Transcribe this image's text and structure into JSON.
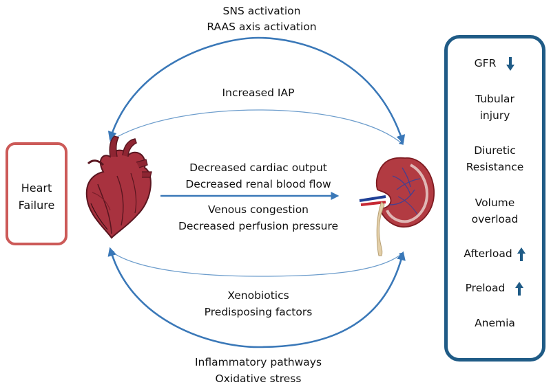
{
  "top_labels": [
    "SNS activation",
    "RAAS axis activation"
  ],
  "upper_arc_label": "Increased IAP",
  "middle_labels_top": [
    "Decreased cardiac output",
    "Decreased renal blood flow"
  ],
  "middle_labels_bottom": [
    "Venous congestion",
    "Decreased perfusion pressure"
  ],
  "lower_arc_labels": [
    "Xenobiotics",
    "Predisposing factors"
  ],
  "bottom_labels": [
    "Inflammatory pathways",
    "Oxidative stress"
  ],
  "heart_failure_box": {
    "line1": "Heart",
    "line2": "Failure"
  },
  "kidney_effects": [
    {
      "line1": "GFR",
      "line2": "",
      "arrow": "down"
    },
    {
      "line1": "Tubular",
      "line2": "injury",
      "arrow": ""
    },
    {
      "line1": "Diuretic",
      "line2": "Resistance",
      "arrow": ""
    },
    {
      "line1": "Volume",
      "line2": "overload",
      "arrow": ""
    },
    {
      "line1": "Afterload",
      "line2": "",
      "arrow": "up"
    },
    {
      "line1": "Preload",
      "line2": "",
      "arrow": "up"
    },
    {
      "line1": "Anemia",
      "line2": "",
      "arrow": ""
    }
  ],
  "colors": {
    "arrow_blue": "#3a78b8",
    "box_blue": "#1f5b86",
    "box_red": "#cc5a58",
    "heart_dark": "#5a1620",
    "heart_red": "#a8323f",
    "kidney_red": "#a5262c",
    "ureter": "#e3cfa8"
  },
  "icons": [
    "heart-illustration",
    "kidney-illustration",
    "arrow-down-icon",
    "arrow-up-icon"
  ]
}
